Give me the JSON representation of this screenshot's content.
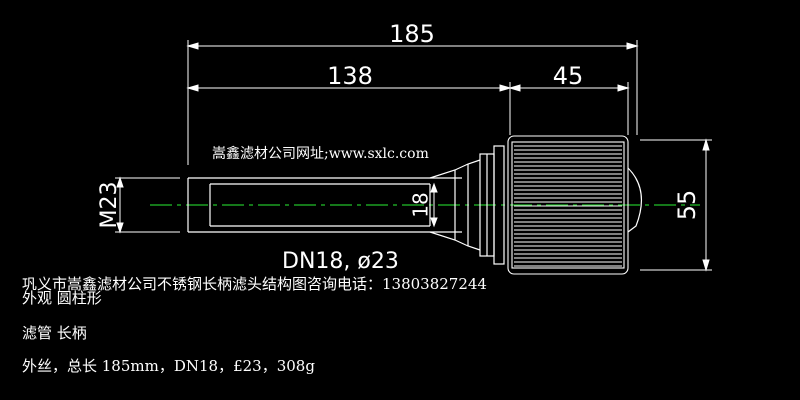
{
  "dimensions": {
    "overall_length": "185",
    "shank_length": "138",
    "head_length": "45",
    "shank_diameter": "M23",
    "bore": "18",
    "head_diameter": "55",
    "shank_spec": "DN18, ø23"
  },
  "labels": {
    "website": "嵩鑫滤材公司网址;www.sxlc.com",
    "caption": "巩义市嵩鑫滤材公司不锈钢长柄滤头结构图咨询电话：13803827244"
  },
  "notes": [
    "外观 圆柱形",
    "滤管 长柄",
    "外丝，总长 185mm，DN18，£23，308g"
  ],
  "colors": {
    "background": "#000000",
    "outline": "#ffffff",
    "centerline": "#22c02a"
  }
}
